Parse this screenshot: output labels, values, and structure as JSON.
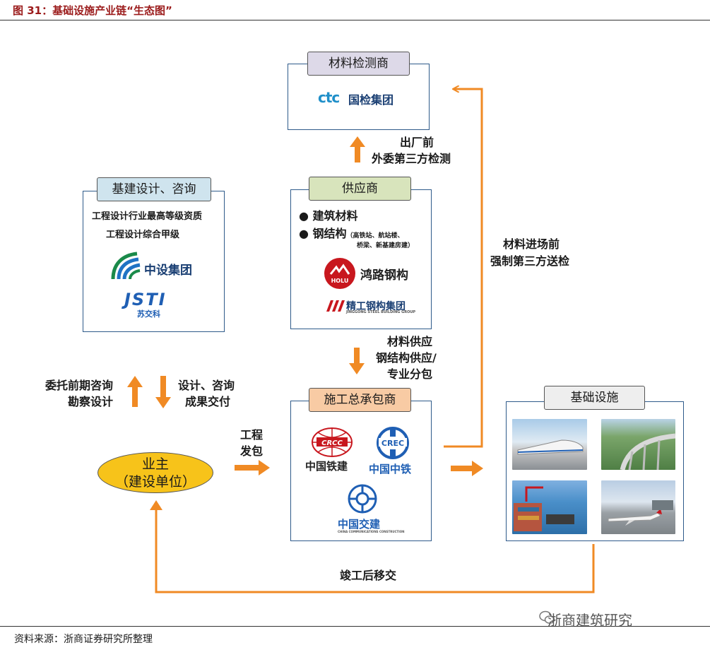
{
  "figure_title": "图 31：基础设施产业链“生态图”",
  "source": "资料来源：浙商证券研究所整理",
  "watermark": "浙商建筑研究",
  "testing": {
    "tag": "材料检测商",
    "logo_mark": "ctc",
    "logo_name": "国检集团"
  },
  "design": {
    "tag": "基建设计、咨询",
    "line1": "工程设计行业最高等级资质",
    "line2": "工程设计综合甲级",
    "logo1_name": "中设集团",
    "logo2_mark": "JSTI",
    "logo2_sub": "苏交科"
  },
  "supplier": {
    "tag": "供应商",
    "bullet1": "建筑材料",
    "bullet2": "钢结构",
    "bullet2_note_a": "（高铁站、航站楼、",
    "bullet2_note_b": "桥梁、新基建房建）",
    "logo1_mark": "HOLU",
    "logo1_name": "鸿路钢构",
    "logo2_name": "精工钢构集团",
    "logo2_sub": "JINGGONG STEEL BUILDING GROUP"
  },
  "contractor": {
    "tag": "施工总承包商",
    "logo1_mark": "CRCC",
    "logo1_name": "中国铁建",
    "logo2_mark": "CREC",
    "logo2_name": "中国中铁",
    "logo3_name": "中国交建",
    "logo3_sub": "CHINA COMMUNICATIONS CONSTRUCTION"
  },
  "infra": {
    "tag": "基础设施"
  },
  "owner": {
    "line1": "业主",
    "line2": "（建设单位）"
  },
  "labels": {
    "pre_factory_1": "出厂前",
    "pre_factory_2": "外委第三方检测",
    "material_entry_1": "材料进场前",
    "material_entry_2": "强制第三方送检",
    "supply_1": "材料供应",
    "supply_2": "钢结构供应/",
    "supply_3": "专业分包",
    "entrust_1": "委托前期咨询",
    "entrust_2": "勘察设计",
    "deliver_1": "设计、咨询",
    "deliver_2": "成果交付",
    "contract_1": "工程",
    "contract_2": "发包",
    "handover": "竣工后移交"
  },
  "colors": {
    "arrow": "#f08a24",
    "box_border": "#2e5a8a",
    "owner_fill": "#f7c31a",
    "title_red": "#9b1b1b"
  }
}
